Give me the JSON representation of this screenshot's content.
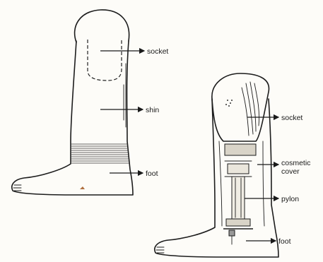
{
  "left_limb": {
    "labels": {
      "socket": "socket",
      "shin": "shin",
      "foot": "foot"
    }
  },
  "right_limb": {
    "labels": {
      "socket": "socket",
      "cosmetic_cover_line1": "cosmetic",
      "cosmetic_cover_line2": "cover",
      "pylon": "pylon",
      "foot": "foot"
    }
  }
}
